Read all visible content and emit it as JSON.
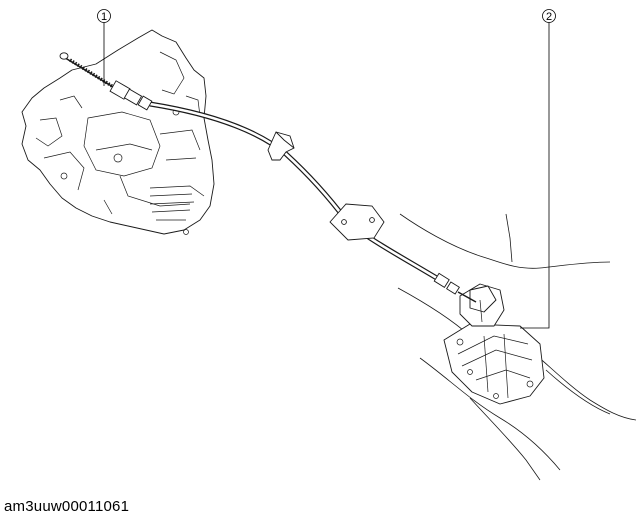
{
  "callouts": [
    {
      "number": "1"
    },
    {
      "number": "2"
    }
  ],
  "figure_id": "am3uuw00011061"
}
